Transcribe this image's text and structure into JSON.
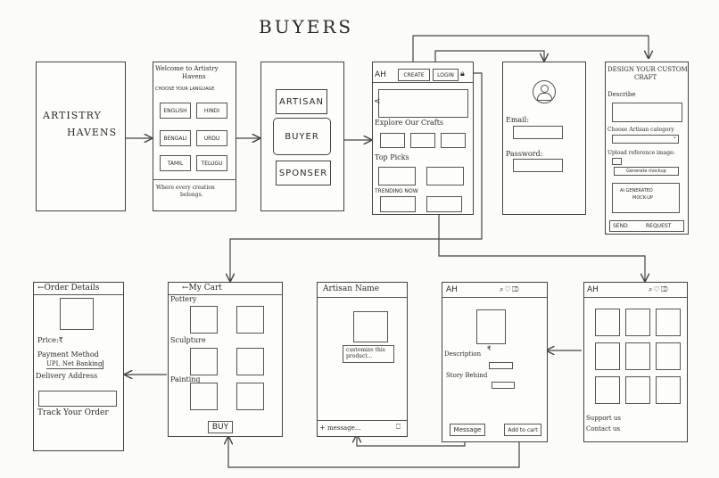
{
  "title": "BUYERS",
  "screen1": {
    "line1": "ARTISTRY",
    "line2": "HAVENS"
  },
  "screen2": {
    "welcome1": "Welcome to Artistry",
    "welcome2": "Havens",
    "choose": "CHOOSE YOUR LANGUAGE",
    "languages": [
      "ENGLISH",
      "HINDI",
      "BENGALI",
      "URDU",
      "TAMIL",
      "TELUGU"
    ],
    "tagline1": "Where every creation",
    "tagline2": "belongs."
  },
  "screen3": {
    "roles": [
      "ARTISAN",
      "BUYER",
      "SPONSER"
    ]
  },
  "screen4": {
    "logo": "AH",
    "create": "CREATE",
    "login": "LOGIN",
    "explore": "Explore Our Crafts",
    "toppicks": "Top Picks",
    "trending": "TRENDING NOW"
  },
  "screen5": {
    "email": "Email:",
    "password": "Password:"
  },
  "screen6": {
    "heading1": "DESIGN YOUR CUSTOM",
    "heading2": "CRAFT",
    "describe": "Describe",
    "choose": "Choose Artisan category",
    "upload": "Upload reference image:",
    "generate": "Generate mockup",
    "ai1": "AI GENERATED",
    "ai2": "MOCK-UP",
    "send": "SEND",
    "request": "REQUEST"
  },
  "order": {
    "title": "←Order Details",
    "price": "Price:₹",
    "payment": "Payment Method",
    "options": "UPI, Net Banking",
    "address": "Delivery Address",
    "track": "Track Your Order"
  },
  "cart": {
    "title": "←My Cart",
    "categories": [
      "Pottery",
      "Sculpture",
      "Painting"
    ],
    "buy": "BUY"
  },
  "chat": {
    "title": "Artisan Name",
    "bubble1": "customize this",
    "bubble2": "product...",
    "message": "message..."
  },
  "product": {
    "logo": "AH",
    "price": "₹",
    "description": "Description",
    "story": "Story Behind",
    "message": "Message",
    "addcart": "Add to cart"
  },
  "listing": {
    "logo": "AH",
    "support": "Support us",
    "contact": "Contact us"
  }
}
